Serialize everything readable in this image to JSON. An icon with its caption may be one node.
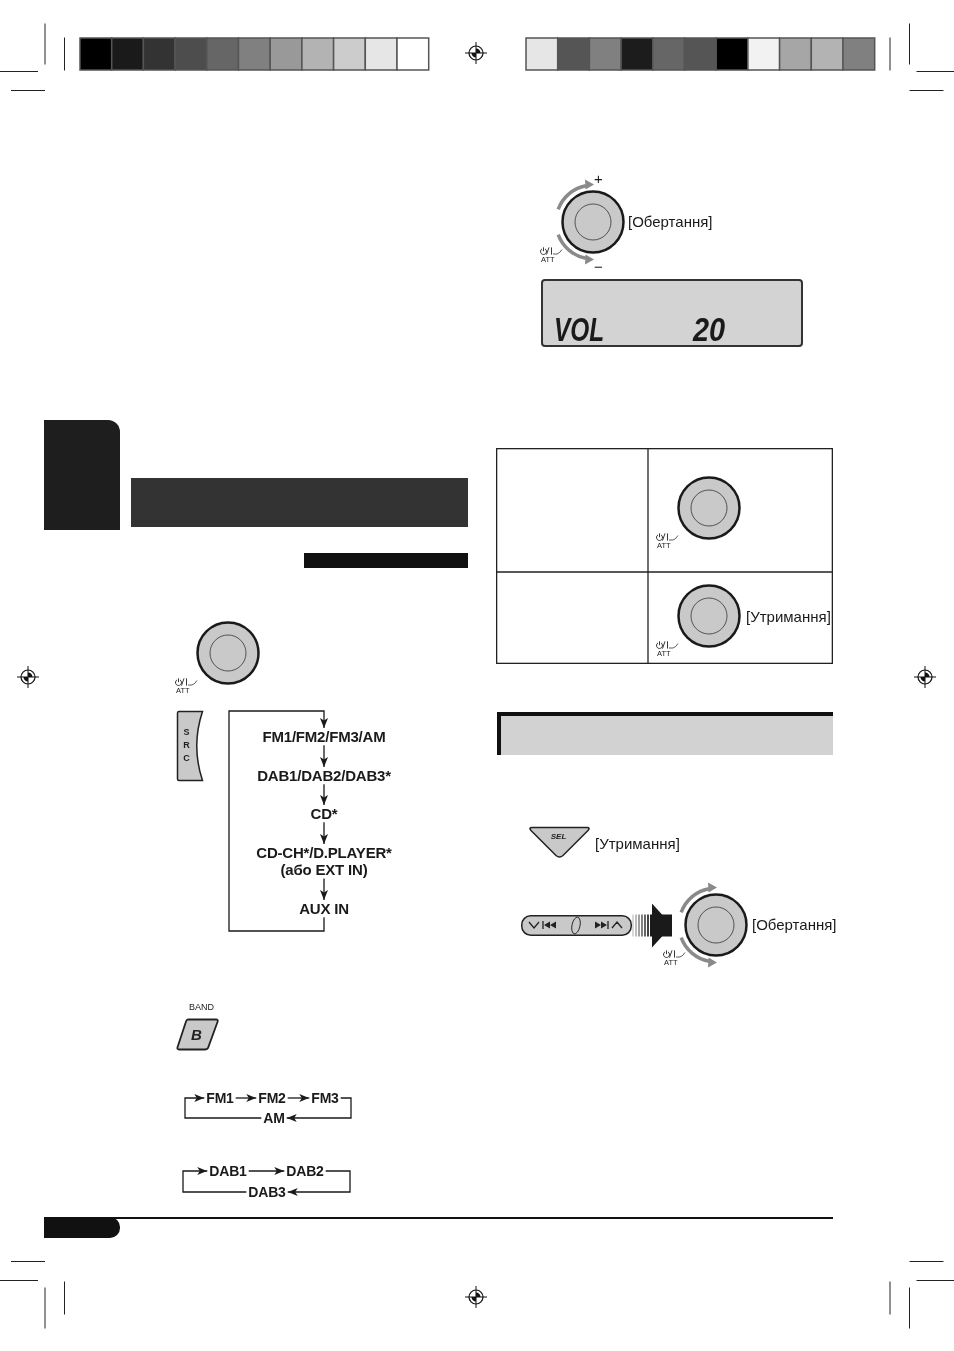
{
  "diagram": {
    "nodes": [
      {
        "text": [],
        "shape": "box"
      },
      {
        "text": [],
        "shape": "bar"
      },
      {
        "text": [],
        "shape": "bar"
      },
      {
        "text": [],
        "shape": "picture",
        "beside": [
          "ATT"
        ]
      },
      {
        "text": [
          "SRC"
        ]
      },
      {
        "text": [
          "FM1/FM2/FM3/AM"
        ]
      },
      {
        "text": [
          "DAB1/DAB2/DAB3*"
        ]
      },
      {
        "text": [
          "CD*"
        ]
      },
      {
        "text": [
          "CD-CH*/D.PLAYER* (або EXT IN)"
        ]
      },
      {
        "text": [
          "AUX IN"
        ]
      },
      {
        "text": [
          "B"
        ],
        "beside": [
          "BAND"
        ]
      },
      {
        "text": [
          "FM1"
        ]
      },
      {
        "text": [
          "FM2"
        ]
      },
      {
        "text": [
          "FM3"
        ]
      },
      {
        "text": [
          "AM"
        ]
      },
      {
        "text": [
          "DAB1"
        ]
      },
      {
        "text": [
          "DAB2"
        ]
      },
      {
        "text": [
          "DAB3"
        ]
      },
      {
        "text": [],
        "shape": "picture",
        "beside": [
          "+",
          "[Обертання]",
          "ATT",
          "−"
        ]
      },
      {
        "text": [
          "VOL",
          "20"
        ]
      },
      {
        "text": [],
        "shape": "picture",
        "beside": [
          "ATT"
        ]
      },
      {
        "text": [],
        "shape": "picture",
        "beside": [
          "[Утримання]",
          "ATT"
        ]
      },
      {
        "text": [],
        "shape": "bar"
      },
      {
        "text": [
          "SEL"
        ],
        "beside": [
          "[Утримання]"
        ]
      },
      {
        "text": [],
        "shape": "picture"
      },
      {
        "text": [],
        "shape": "picture",
        "beside": [
          "[Обертання]",
          "ATT"
        ]
      }
    ],
    "edges": [
      {
        "from": 5,
        "to": 6,
        "arrow": "to"
      },
      {
        "from": 6,
        "to": 7,
        "arrow": "to"
      },
      {
        "from": 7,
        "to": 8,
        "arrow": "to"
      },
      {
        "from": 8,
        "to": 9,
        "arrow": "to"
      },
      {
        "from": 9,
        "to": 5,
        "arrow": "to"
      },
      {
        "from": 11,
        "to": 12,
        "arrow": "to"
      },
      {
        "from": 12,
        "to": 13,
        "arrow": "to"
      },
      {
        "from": 13,
        "to": 14,
        "arrow": "to"
      },
      {
        "from": 14,
        "to": 11,
        "arrow": "to"
      },
      {
        "from": 15,
        "to": 16,
        "arrow": "to"
      },
      {
        "from": 16,
        "to": 17,
        "arrow": "to"
      },
      {
        "from": 17,
        "to": 15,
        "arrow": "to"
      },
      {
        "from": 24,
        "to": 25,
        "arrow": "to",
        "style": "thick"
      }
    ]
  }
}
